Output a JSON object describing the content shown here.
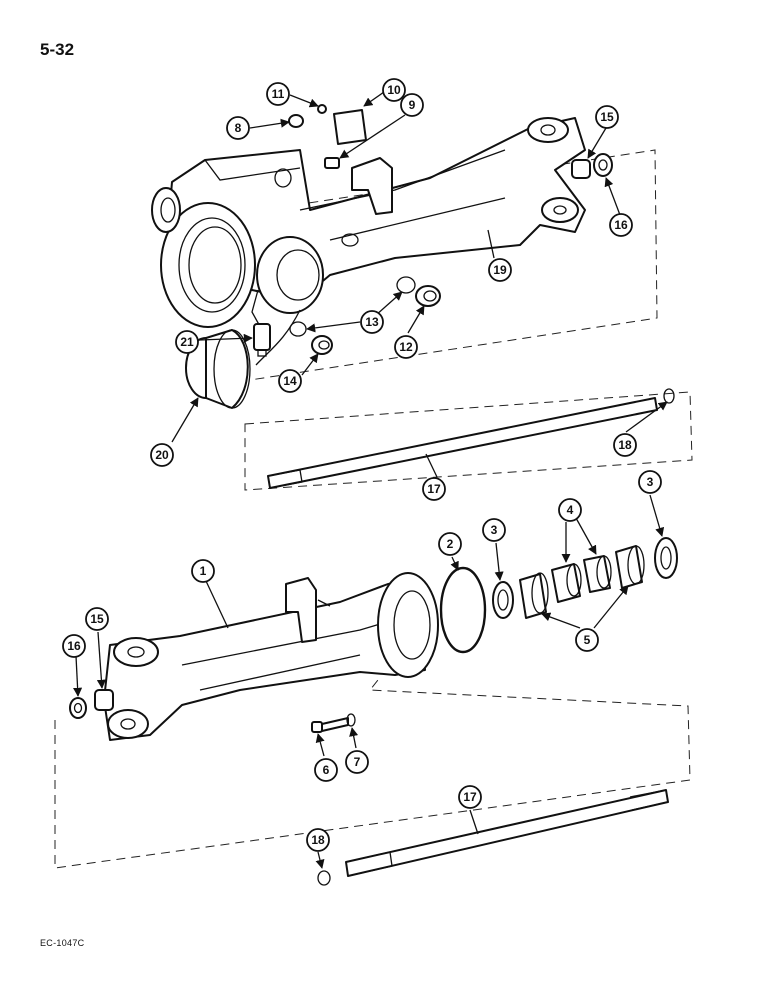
{
  "page_number": "5-32",
  "figure_code": "EC-1047C",
  "callouts": [
    {
      "label": "1"
    },
    {
      "label": "2"
    },
    {
      "label": "3"
    },
    {
      "label": "3"
    },
    {
      "label": "4"
    },
    {
      "label": "5"
    },
    {
      "label": "6"
    },
    {
      "label": "7"
    },
    {
      "label": "8"
    },
    {
      "label": "9"
    },
    {
      "label": "10"
    },
    {
      "label": "11"
    },
    {
      "label": "12"
    },
    {
      "label": "13"
    },
    {
      "label": "14"
    },
    {
      "label": "15"
    },
    {
      "label": "15"
    },
    {
      "label": "16"
    },
    {
      "label": "16"
    },
    {
      "label": "17"
    },
    {
      "label": "17"
    },
    {
      "label": "18"
    },
    {
      "label": "18"
    },
    {
      "label": "19"
    },
    {
      "label": "20"
    },
    {
      "label": "21"
    }
  ]
}
